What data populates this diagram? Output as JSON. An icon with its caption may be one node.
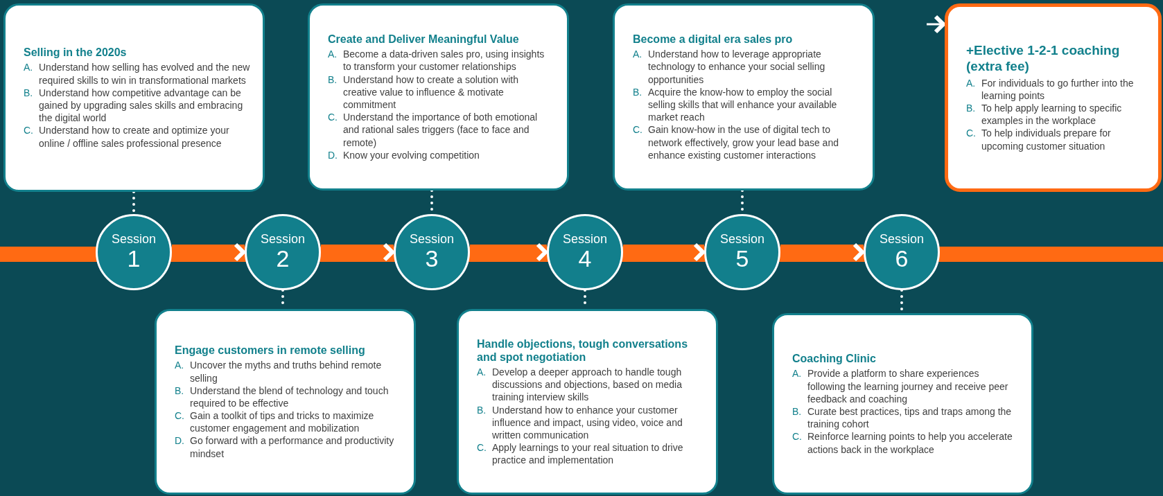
{
  "diagram": {
    "nodes": [
      {
        "text": [
          "Selling in the 2020s",
          "A. Understand how selling has evolved and the new required skills to win in transformational markets",
          "B. Understand how competitive advantage can be gained by upgrading sales skills and embracing the digital world",
          "C. Understand how to create and optimize your online / offline sales professional presence"
        ]
      },
      {
        "text": [
          "Create and Deliver Meaningful Value",
          "A. Become a data-driven sales pro, using insights to transform your  customer relationships",
          "B. Understand how to create a solution with creative value to influence & motivate commitment",
          "C. Understand the importance of both emotional and rational sales triggers (face to face and remote)",
          "D. Know your evolving competition"
        ]
      },
      {
        "text": [
          "Become a digital era sales pro",
          "A. Understand how to leverage appropriate technology to enhance your social selling opportunities",
          "B. Acquire the know-how to employ the social selling skills that will enhance your available market reach",
          "C. Gain know-how in the use of digital tech to network effectively, grow your lead base and enhance existing customer interactions"
        ]
      },
      {
        "text": [
          "+Elective 1-2-1 coaching (extra fee)",
          "A. For individuals to go further into the learning points",
          "B. To help apply learning to specific examples in the workplace",
          "C. To help individuals prepare for upcoming customer situation"
        ]
      },
      {
        "text": [
          "Session",
          "1"
        ]
      },
      {
        "text": [
          "Session",
          "2"
        ]
      },
      {
        "text": [
          "Session",
          "3"
        ]
      },
      {
        "text": [
          "Session",
          "4"
        ]
      },
      {
        "text": [
          "Session",
          "5"
        ]
      },
      {
        "text": [
          "Session",
          "6"
        ]
      },
      {
        "text": [
          "Engage customers in remote selling",
          "A. Uncover the myths and truths behind remote selling",
          "B. Understand the blend of technology and touch required to be effective",
          "C. Gain a toolkit of tips and tricks to maximize customer engagement and mobilization",
          "D. Go forward with a performance and productivity mindset"
        ]
      },
      {
        "text": [
          "Handle objections, tough conversations and spot negotiation",
          "A. Develop a deeper approach to handle tough discussions and objections, based on media training interview skills",
          "B. Understand how to enhance your customer influence and impact, using video, voice and written communication",
          "C. Apply learnings to your real situation to drive practice and implementation"
        ]
      },
      {
        "text": [
          "Coaching Clinic",
          "A. Provide a platform to share experiences following the learning journey and receive peer feedback and coaching",
          "B. Curate best practices, tips and traps among the training cohort",
          "C. Reinforce learning points to help you accelerate actions back in the workplace"
        ]
      }
    ],
    "edges": [
      {
        "from": 4,
        "to": 5,
        "arrow": "to",
        "style": "thick",
        "color": "#ff6a13"
      },
      {
        "from": 5,
        "to": 6,
        "arrow": "to",
        "style": "thick",
        "color": "#ff6a13"
      },
      {
        "from": 6,
        "to": 7,
        "arrow": "to",
        "style": "thick",
        "color": "#ff6a13"
      },
      {
        "from": 7,
        "to": 8,
        "arrow": "to",
        "style": "thick",
        "color": "#ff6a13"
      },
      {
        "from": 8,
        "to": 9,
        "arrow": "to",
        "style": "thick",
        "color": "#ff6a13"
      },
      {
        "from": null,
        "to": 3,
        "arrow": "to"
      },
      {
        "from": 0,
        "to": 4,
        "arrow": "none",
        "style": "dashed"
      },
      {
        "from": 1,
        "to": 6,
        "arrow": "none",
        "style": "dashed"
      },
      {
        "from": 2,
        "to": 8,
        "arrow": "none",
        "style": "dashed"
      },
      {
        "from": 5,
        "to": 10,
        "arrow": "none",
        "style": "dashed"
      },
      {
        "from": 7,
        "to": 11,
        "arrow": "none",
        "style": "dashed"
      },
      {
        "from": 9,
        "to": 12,
        "arrow": "none",
        "style": "dashed"
      }
    ]
  }
}
